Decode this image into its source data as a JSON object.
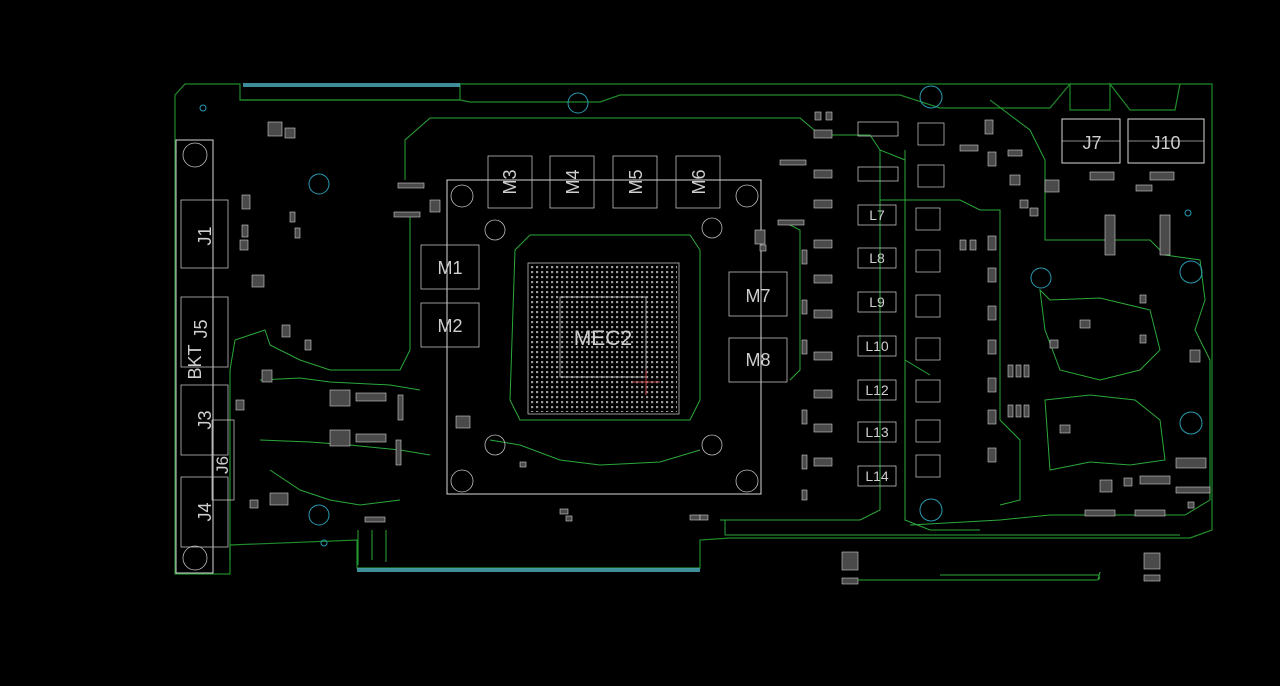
{
  "board": {
    "gpu_label": "MEC2",
    "memory_labels": [
      "M1",
      "M2",
      "M3",
      "M4",
      "M5",
      "M6",
      "M7",
      "M8"
    ],
    "connector_labels": [
      "J1",
      "J5",
      "BKT",
      "J3",
      "J6",
      "J4",
      "J7",
      "J10"
    ],
    "inductor_labels": [
      "L7",
      "L8",
      "L9",
      "L10",
      "L12",
      "L13",
      "L14"
    ]
  },
  "colors": {
    "background": "#000000",
    "trace": "#1f8a2a",
    "silkscreen": "#d8d8d8",
    "hole": "#2a9ab0"
  }
}
